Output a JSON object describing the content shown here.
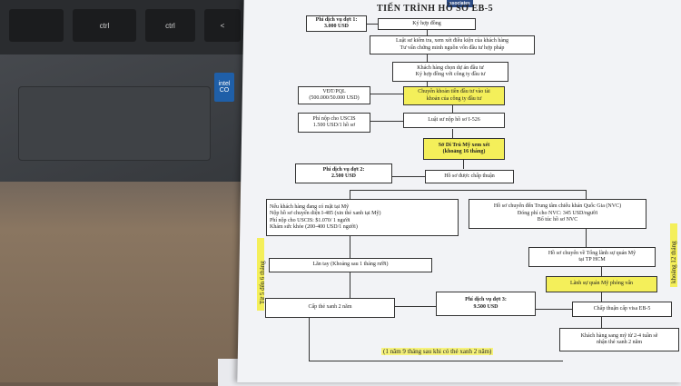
{
  "header": {
    "title": "TIẾN TRÌNH HỒ SƠ EB-5",
    "corner_text": "ssociates"
  },
  "laptop": {
    "key_labels": [
      "",
      "ctrl",
      "ctrl",
      "<"
    ],
    "sticker": [
      "intel",
      "CO"
    ]
  },
  "flow": {
    "fee1": [
      "Phí dịch vụ đợt 1:",
      "3.000 USD"
    ],
    "sign_contract": "Ký hợp đồng",
    "screening": [
      "Luật sư kiểm tra, xem xét điều kiện của khách hàng",
      "Tư vấn chứng minh nguồn vốn đầu tư hợp pháp"
    ],
    "select_project": [
      "Khách hàng chọn dự án đầu tư",
      "Ký hợp đồng với công ty đầu tư"
    ],
    "vdt": [
      "VĐT/PQL",
      "(500.000/50.000 USD)"
    ],
    "transfer": [
      "Chuyển khoản tiền đầu tư vào tài",
      "khoản của công ty đầu tư"
    ],
    "uscis_fee": [
      "Phí nộp cho USCIS",
      "1.500 USD/1 hồ sơ"
    ],
    "file_i526": "Luật sư nộp hồ sơ I-526",
    "review": [
      "Sở Di Trú Mỹ xem xét",
      "(khoảng 16 tháng)"
    ],
    "fee2": [
      "Phí dịch vụ đợt 2:",
      "2.500 USD"
    ],
    "approved": "Hồ sơ được chấp thuận",
    "in_us": [
      "Nếu khách hàng đang có mặt tại Mỹ",
      "Nộp hồ sơ chuyển diện I-485 (xin thẻ xanh tại Mỹ)",
      "Phí nộp cho USCIS: $1.070/ 1 người",
      "Khám sức khỏe (200-400 USD/1 người)"
    ],
    "nvc": [
      "Hồ sơ chuyển đến Trung tâm chiếu khán Quốc Gia (NVC)",
      "Đóng phí cho NVC: 345 USD/người",
      "Bổ túc hồ sơ NVC"
    ],
    "fingerprint": "Lăn tay (Khoảng sau 1 tháng rưỡi)",
    "consulate": [
      "Hồ sơ chuyển về Tổng lãnh sự quán Mỹ",
      "tại TP HCM"
    ],
    "interview": "Lãnh sự quán Mỹ phỏng vấn",
    "green_card": "Cấp thẻ xanh 2 năm",
    "fee3": [
      "Phí dịch vụ đợt 3:",
      "9.500 USD"
    ],
    "visa": "Chấp thuận cấp visa EB-5",
    "arrive": [
      "Khách hàng sang mỹ từ 2-4 tuần sẽ",
      "nhận thẻ xanh 2 năm"
    ],
    "note_bottom": "(1 năm 9 tháng sau khi có thẻ xanh 2 năm)",
    "side_left": "Từ 5 đến 6 tháng",
    "side_right": "khoảng 12 tháng"
  }
}
